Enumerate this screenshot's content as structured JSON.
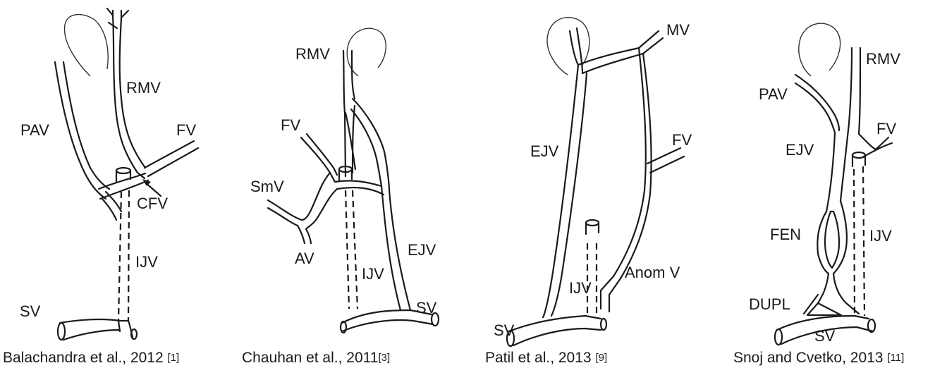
{
  "panels": [
    {
      "caption": "Balachandra et al., 2012",
      "ref": "[1]",
      "labels": {
        "rmv": "RMV",
        "pav": "PAV",
        "fv": "FV",
        "cfv": "CFV",
        "ijv": "IJV",
        "sv": "SV"
      }
    },
    {
      "caption": "Chauhan et al., 2011",
      "ref": "[3]",
      "labels": {
        "rmv": "RMV",
        "fv": "FV",
        "smv": "SmV",
        "av": "AV",
        "ijv": "IJV",
        "ejv": "EJV",
        "sv": "SV"
      }
    },
    {
      "caption": "Patil et al., 2013",
      "ref": "[9]",
      "labels": {
        "mv": "MV",
        "ejv": "EJV",
        "fv": "FV",
        "ijv": "IJV",
        "anomv": "Anom V",
        "sv": "SV"
      }
    },
    {
      "caption": "Snoj and Cvetko, 2013",
      "ref": "[11]",
      "labels": {
        "rmv": "RMV",
        "pav": "PAV",
        "fv": "FV",
        "ejv": "EJV",
        "fen": "FEN",
        "ijv": "IJV",
        "dupl": "DUPL",
        "sv": "SV"
      }
    }
  ]
}
